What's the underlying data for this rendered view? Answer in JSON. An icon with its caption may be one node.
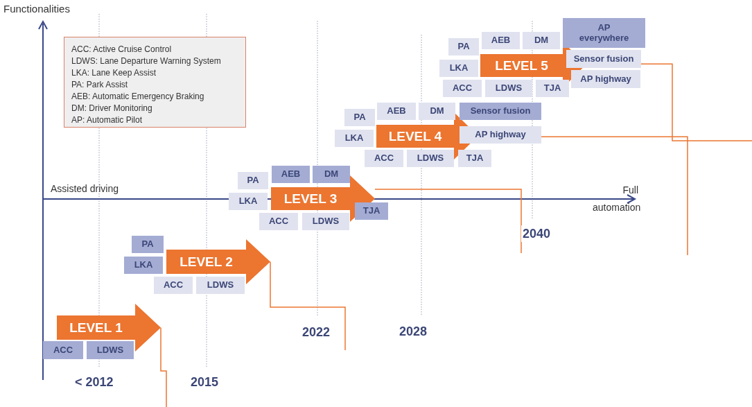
{
  "diagram": {
    "nodes": [
      {
        "text": [
          "ACC: Active Cruise Control",
          "LDWS: Lane Departure Warning System",
          "LKA: Lane Keep Assist",
          "PA: Park Assist",
          "AEB: Automatic Emergency Braking",
          "DM: Driver Monitoring",
          "AP: Automatic Pilot"
        ]
      },
      {
        "text": [
          "AP everywhere"
        ]
      },
      {
        "text": [
          "PA"
        ]
      },
      {
        "text": [
          "AEB"
        ]
      },
      {
        "text": [
          "DM"
        ]
      },
      {
        "text": [
          "LEVEL 5"
        ]
      },
      {
        "text": [
          "LKA"
        ]
      },
      {
        "text": [
          "Sensor fusion"
        ]
      },
      {
        "text": [
          "AP highway"
        ]
      },
      {
        "text": [
          "ACC"
        ]
      },
      {
        "text": [
          "LDWS"
        ]
      },
      {
        "text": [
          "TJA"
        ]
      },
      {
        "text": [
          "PA"
        ]
      },
      {
        "text": [
          "AEB"
        ]
      },
      {
        "text": [
          "DM"
        ]
      },
      {
        "text": [
          "Sensor fusion"
        ]
      },
      {
        "text": [
          "LKA"
        ]
      },
      {
        "text": [
          "LEVEL 4"
        ]
      },
      {
        "text": [
          "AP highway"
        ]
      },
      {
        "text": [
          "ACC"
        ]
      },
      {
        "text": [
          "LDWS"
        ]
      },
      {
        "text": [
          "TJA"
        ]
      },
      {
        "text": [
          "PA"
        ]
      },
      {
        "text": [
          "AEB"
        ]
      },
      {
        "text": [
          "DM"
        ]
      },
      {
        "text": [
          "LKA"
        ]
      },
      {
        "text": [
          "LEVEL 3"
        ]
      },
      {
        "text": [
          "TJA"
        ]
      },
      {
        "text": [
          "ACC"
        ]
      },
      {
        "text": [
          "LDWS"
        ]
      },
      {
        "text": [
          "PA"
        ]
      },
      {
        "text": [
          "LKA"
        ]
      },
      {
        "text": [
          "LEVEL 2"
        ]
      },
      {
        "text": [
          "ACC"
        ]
      },
      {
        "text": [
          "LDWS"
        ]
      },
      {
        "text": [
          "LEVEL 1"
        ]
      },
      {
        "text": [
          "ACC"
        ]
      },
      {
        "text": [
          "LDWS"
        ]
      }
    ],
    "edges": [
      {
        "from": 5,
        "to": null,
        "arrow": "none"
      },
      {
        "from": 17,
        "to": null,
        "arrow": "none"
      },
      {
        "from": 26,
        "to": null,
        "arrow": "none"
      },
      {
        "from": 32,
        "to": null,
        "arrow": "none"
      },
      {
        "from": 35,
        "to": null,
        "arrow": "none"
      }
    ],
    "labels": [
      "Functionalities",
      "Assisted driving",
      "Full automation",
      "2040",
      "2022",
      "2028",
      "< 2012",
      "2015"
    ]
  }
}
